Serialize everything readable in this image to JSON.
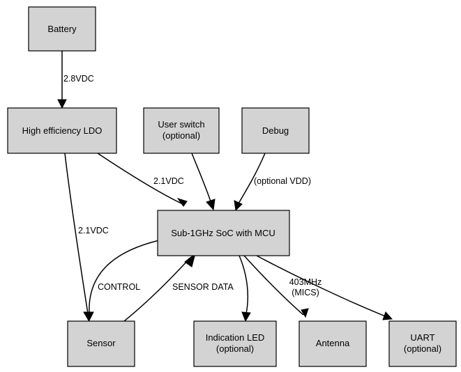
{
  "nodes": {
    "battery": {
      "lines": [
        "Battery"
      ]
    },
    "ldo": {
      "lines": [
        "High efficiency LDO"
      ]
    },
    "user_switch": {
      "lines": [
        "User switch",
        "(optional)"
      ]
    },
    "debug": {
      "lines": [
        "Debug"
      ]
    },
    "soc": {
      "lines": [
        "Sub-1GHz SoC with MCU"
      ]
    },
    "sensor": {
      "lines": [
        "Sensor"
      ]
    },
    "led": {
      "lines": [
        "Indication LED",
        "(optional)"
      ]
    },
    "antenna": {
      "lines": [
        "Antenna"
      ]
    },
    "uart": {
      "lines": [
        "UART",
        "(optional)"
      ]
    }
  },
  "edges": {
    "battery_ldo": {
      "label": [
        "2.8VDC"
      ]
    },
    "ldo_soc": {
      "label": [
        "2.1VDC"
      ]
    },
    "ldo_sensor": {
      "label": [
        "2.1VDC"
      ]
    },
    "switch_soc": {
      "label": []
    },
    "debug_soc": {
      "label": [
        "(optional VDD)"
      ]
    },
    "soc_sensor": {
      "label": [
        "CONTROL"
      ]
    },
    "sensor_soc": {
      "label": [
        "SENSOR DATA"
      ]
    },
    "soc_led": {
      "label": []
    },
    "soc_antenna": {
      "label": [
        "403MHz",
        "(MICS)"
      ]
    },
    "soc_uart": {
      "label": []
    }
  }
}
